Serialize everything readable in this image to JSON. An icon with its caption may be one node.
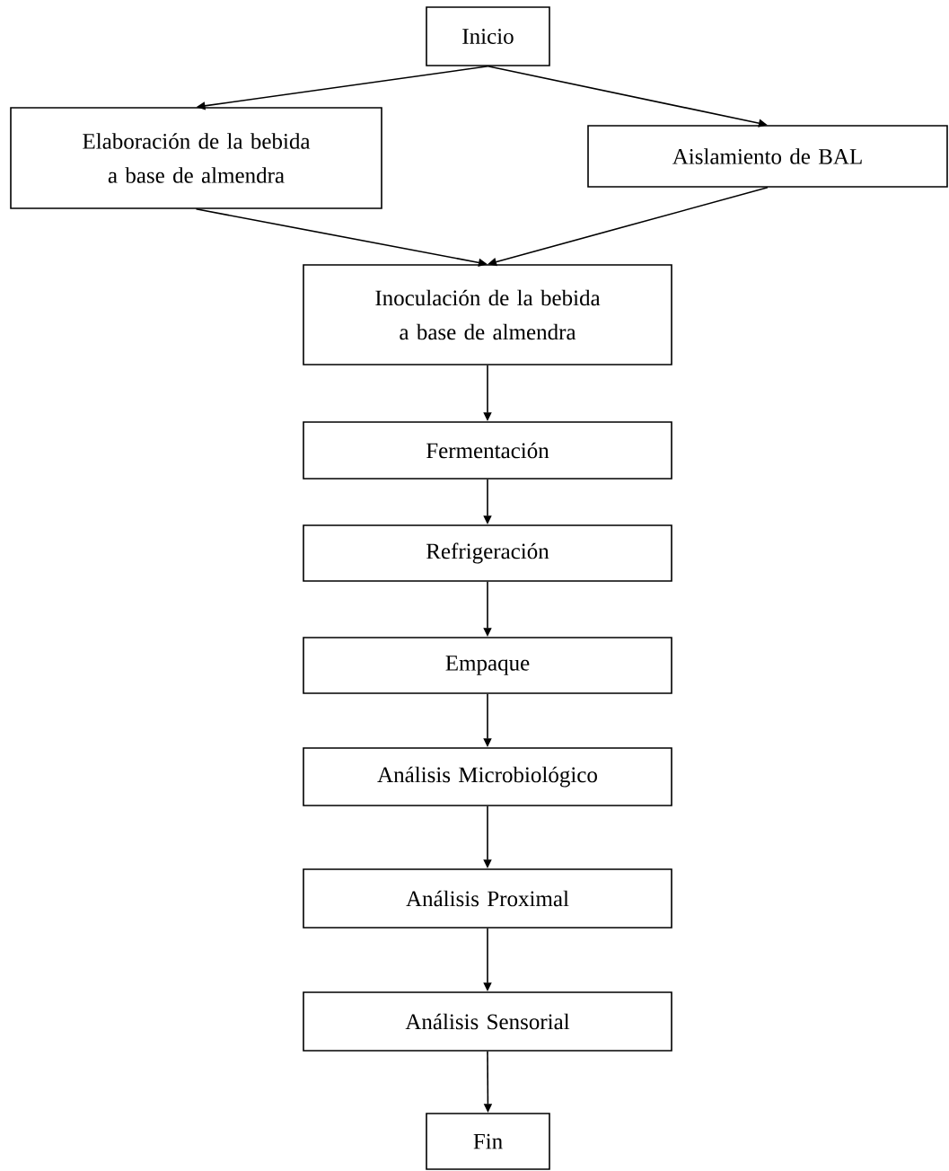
{
  "diagram": {
    "nodes": [
      {
        "text": [
          "Inicio"
        ]
      },
      {
        "text": [
          "Elaboración de la bebida a base de almendra"
        ]
      },
      {
        "text": [
          "Aislamiento de BAL"
        ]
      },
      {
        "text": [
          "Inoculación de la bebida a base de almendra"
        ]
      },
      {
        "text": [
          "Fermentación"
        ]
      },
      {
        "text": [
          "Refrigeración"
        ]
      },
      {
        "text": [
          "Empaque"
        ]
      },
      {
        "text": [
          "Análisis Microbiológico"
        ]
      },
      {
        "text": [
          "Análisis Proximal"
        ]
      },
      {
        "text": [
          "Análisis Sensorial"
        ]
      },
      {
        "text": [
          "Fin"
        ]
      }
    ],
    "edges": [
      {
        "from": 0,
        "to": 1,
        "arrow": "to"
      },
      {
        "from": 0,
        "to": 2,
        "arrow": "to"
      },
      {
        "from": 1,
        "to": 3,
        "arrow": "to"
      },
      {
        "from": 2,
        "to": 3,
        "arrow": "to"
      },
      {
        "from": 3,
        "to": 4,
        "arrow": "to"
      },
      {
        "from": 4,
        "to": 5,
        "arrow": "to"
      },
      {
        "from": 5,
        "to": 6,
        "arrow": "to"
      },
      {
        "from": 6,
        "to": 7,
        "arrow": "to"
      },
      {
        "from": 7,
        "to": 8,
        "arrow": "to"
      },
      {
        "from": 8,
        "to": 9,
        "arrow": "to"
      },
      {
        "from": 9,
        "to": 10,
        "arrow": "to"
      }
    ]
  }
}
